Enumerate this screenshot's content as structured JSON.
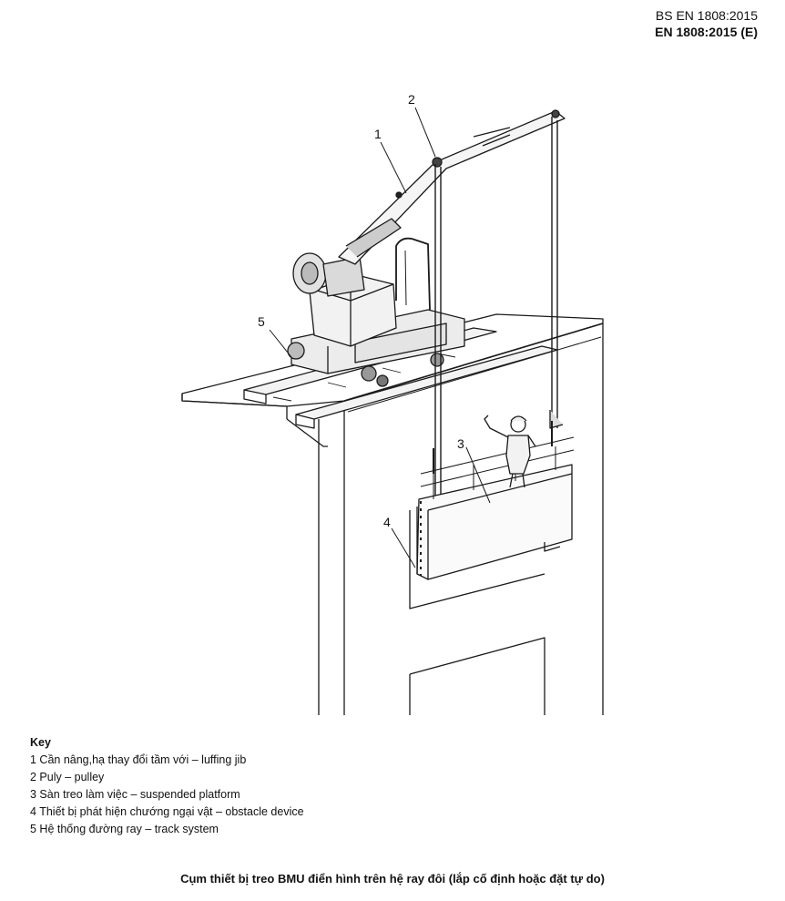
{
  "header": {
    "standard_line_1": "BS EN 1808:2015",
    "standard_line_2": "EN 1808:2015 (E)"
  },
  "figure": {
    "callouts": [
      "1",
      "2",
      "3",
      "4",
      "5"
    ]
  },
  "key": {
    "title": "Key",
    "items": [
      "1 Cần nâng,hạ thay đổi tầm với – luffing jib",
      "2 Puly  – pulley",
      "3 Sàn treo làm việc – suspended platform",
      "4 Thiết bị phát hiện chướng ngại vật  –  obstacle device",
      "5 Hệ thống đường ray – track system"
    ]
  },
  "caption": "Cụm thiết bị treo BMU điển hình trên hệ ray đôi (lắp cố định hoặc đặt tự do)"
}
